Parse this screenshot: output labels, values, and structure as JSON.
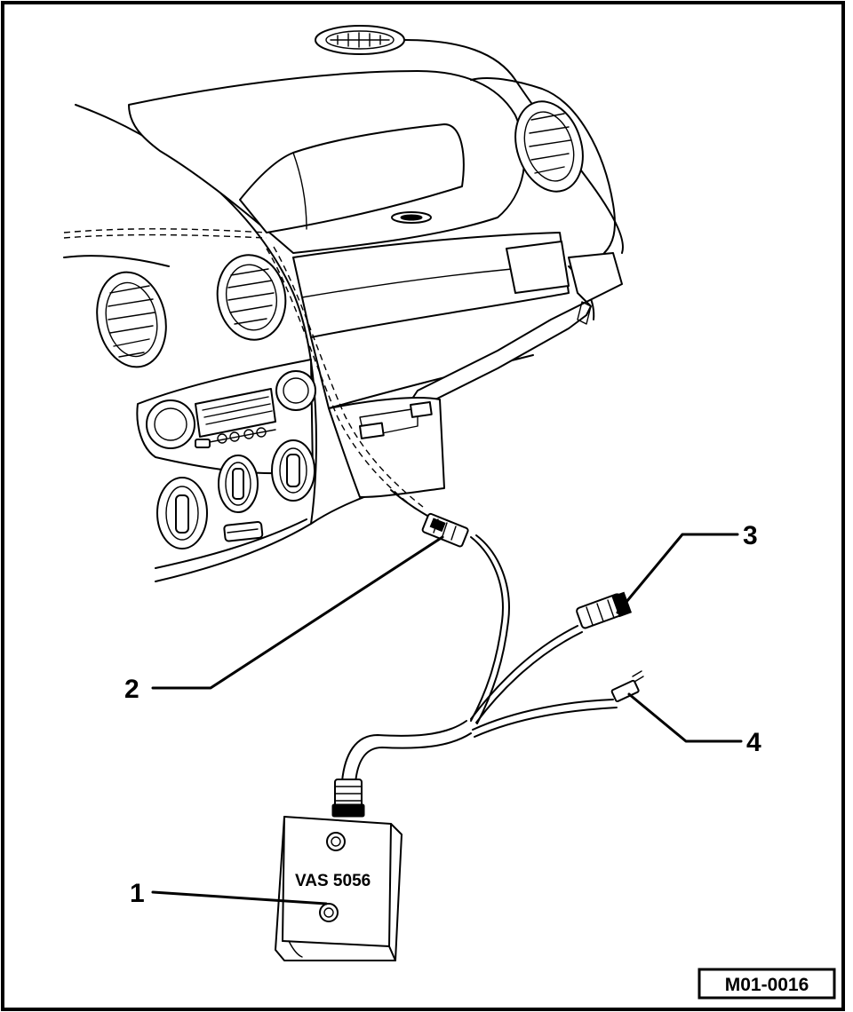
{
  "figure": {
    "id_label": "M01-0016",
    "device_label": "VAS 5056"
  },
  "callouts": [
    {
      "number": "1"
    },
    {
      "number": "2"
    },
    {
      "number": "3"
    },
    {
      "number": "4"
    }
  ]
}
